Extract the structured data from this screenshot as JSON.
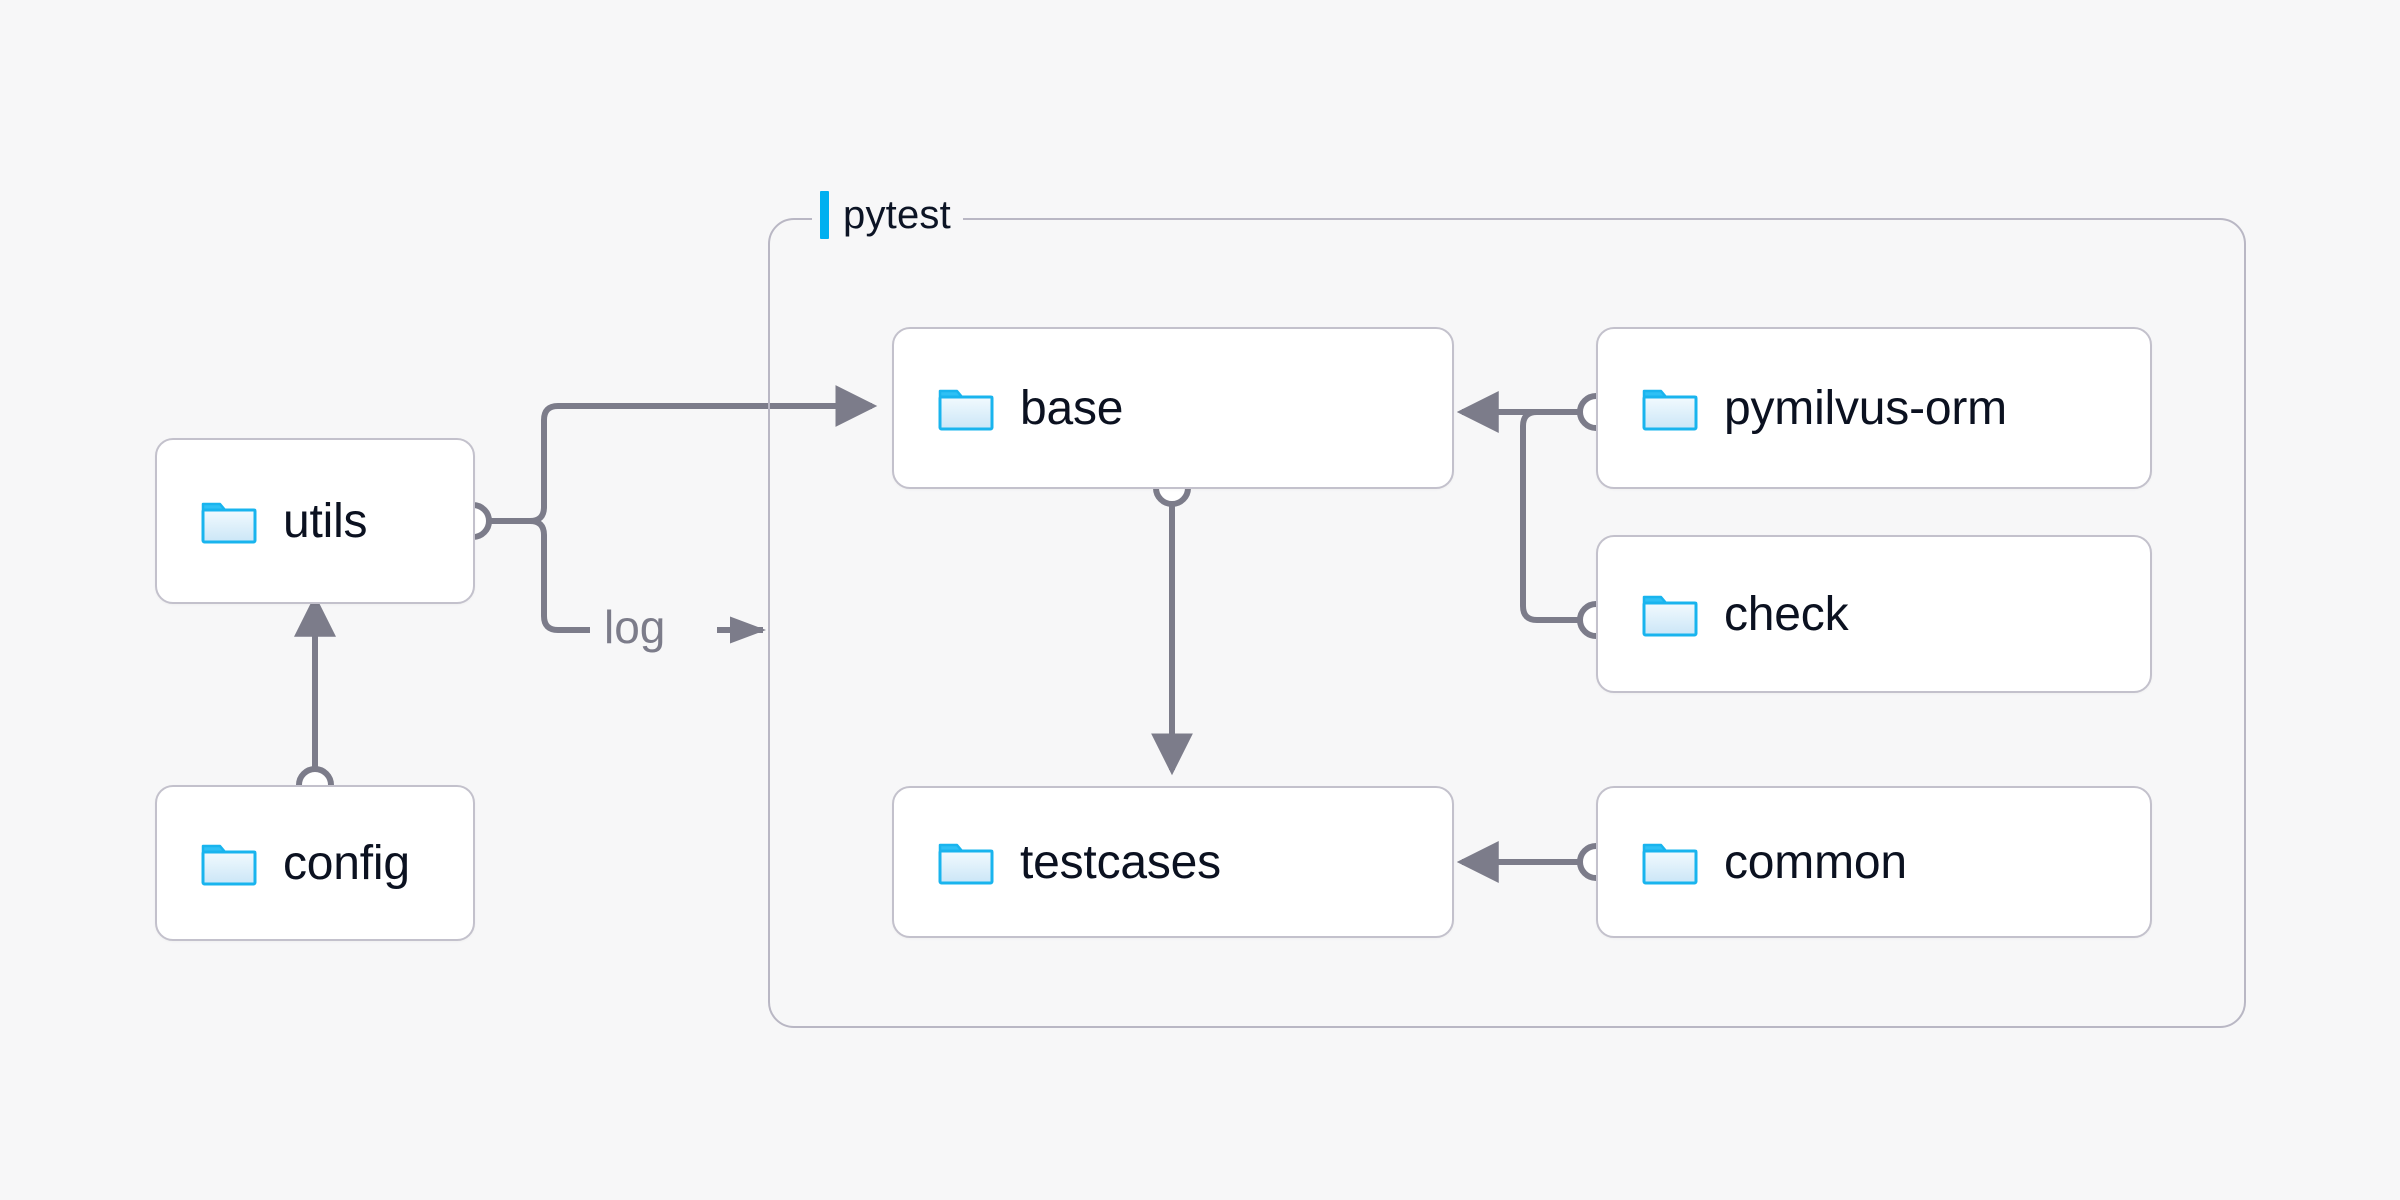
{
  "diagram": {
    "type": "architecture-dependency-diagram",
    "background_color": "#f7f7f8"
  },
  "group": {
    "name": "pytest",
    "label": "pytest",
    "accent_color": "#00b0f0",
    "border_color": "#b9b7c4"
  },
  "nodes": [
    {
      "id": "utils",
      "label": "utils",
      "icon": "folder-icon",
      "inside_group": false
    },
    {
      "id": "config",
      "label": "config",
      "icon": "folder-icon",
      "inside_group": false
    },
    {
      "id": "base",
      "label": "base",
      "icon": "folder-icon",
      "inside_group": true
    },
    {
      "id": "testcases",
      "label": "testcases",
      "icon": "folder-icon",
      "inside_group": true
    },
    {
      "id": "pymilvus-orm",
      "label": "pymilvus-orm",
      "icon": "folder-icon",
      "inside_group": true
    },
    {
      "id": "check",
      "label": "check",
      "icon": "folder-icon",
      "inside_group": true
    },
    {
      "id": "common",
      "label": "common",
      "icon": "folder-icon",
      "inside_group": true
    }
  ],
  "edges": [
    {
      "from": "utils",
      "to": "base",
      "label": "",
      "arrow": true
    },
    {
      "from": "utils",
      "to": "pytest",
      "label": "log",
      "arrow": true
    },
    {
      "from": "config",
      "to": "utils",
      "label": "",
      "arrow": true
    },
    {
      "from": "base",
      "to": "testcases",
      "label": "",
      "arrow": true
    },
    {
      "from": "pymilvus-orm",
      "to": "base",
      "label": "",
      "arrow": true
    },
    {
      "from": "check",
      "to": "base",
      "label": "",
      "arrow": true
    },
    {
      "from": "common",
      "to": "testcases",
      "label": "",
      "arrow": true
    }
  ],
  "edge_labels": {
    "log": "log"
  },
  "colors": {
    "wire": "#7c7c8a",
    "node_border": "#c3c1cc",
    "node_fill": "#ffffff",
    "text": "#0b1120",
    "muted_text": "#7c7c8a",
    "folder_outline": "#19b4ee",
    "folder_fill_top": "#eaf6fd",
    "folder_fill_bottom": "#cfe8f7"
  }
}
